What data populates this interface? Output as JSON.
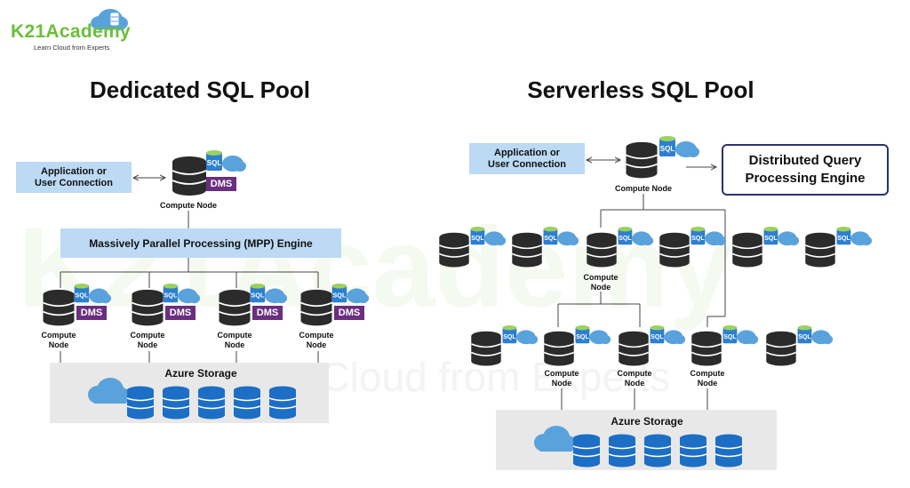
{
  "logo": {
    "name": "K21Academy",
    "tagline": "Learn Cloud from Experts"
  },
  "watermark": {
    "brand": "K21Academy",
    "tagline": "Learn Cloud from Experts"
  },
  "dedicated": {
    "title": "Dedicated SQL Pool",
    "app_box": "Application or\nUser Connection",
    "control_node": {
      "label": "Compute Node",
      "badge": "DMS",
      "sql": "SQL"
    },
    "mpp_engine": "Massively Parallel Processing (MPP) Engine",
    "compute_nodes": [
      {
        "label": "Compute\nNode",
        "badge": "DMS",
        "sql": "SQL"
      },
      {
        "label": "Compute\nNode",
        "badge": "DMS",
        "sql": "SQL"
      },
      {
        "label": "Compute\nNode",
        "badge": "DMS",
        "sql": "SQL"
      },
      {
        "label": "Compute\nNode",
        "badge": "DMS",
        "sql": "SQL"
      }
    ],
    "storage": "Azure Storage"
  },
  "serverless": {
    "title": "Serverless SQL Pool",
    "app_box": "Application or\nUser Connection",
    "control_node": {
      "label": "Compute Node",
      "sql": "SQL"
    },
    "dqp_engine": "Distributed Query\nProcessing Engine",
    "middle_node": {
      "label": "Compute\nNode"
    },
    "lower_nodes": [
      {
        "label": "Compute\nNode"
      },
      {
        "label": "Compute\nNode"
      },
      {
        "label": "Compute\nNode"
      }
    ],
    "sql": "SQL",
    "storage": "Azure Storage"
  },
  "colors": {
    "accent_green": "#6cbf3a",
    "light_blue": "#bcdaf4",
    "dms_purple": "#6a2f7e",
    "db_dark": "#2b2b2b",
    "storage_blue": "#1c6fc4",
    "cloud_blue": "#5aa2dc",
    "navy": "#2b3173"
  }
}
